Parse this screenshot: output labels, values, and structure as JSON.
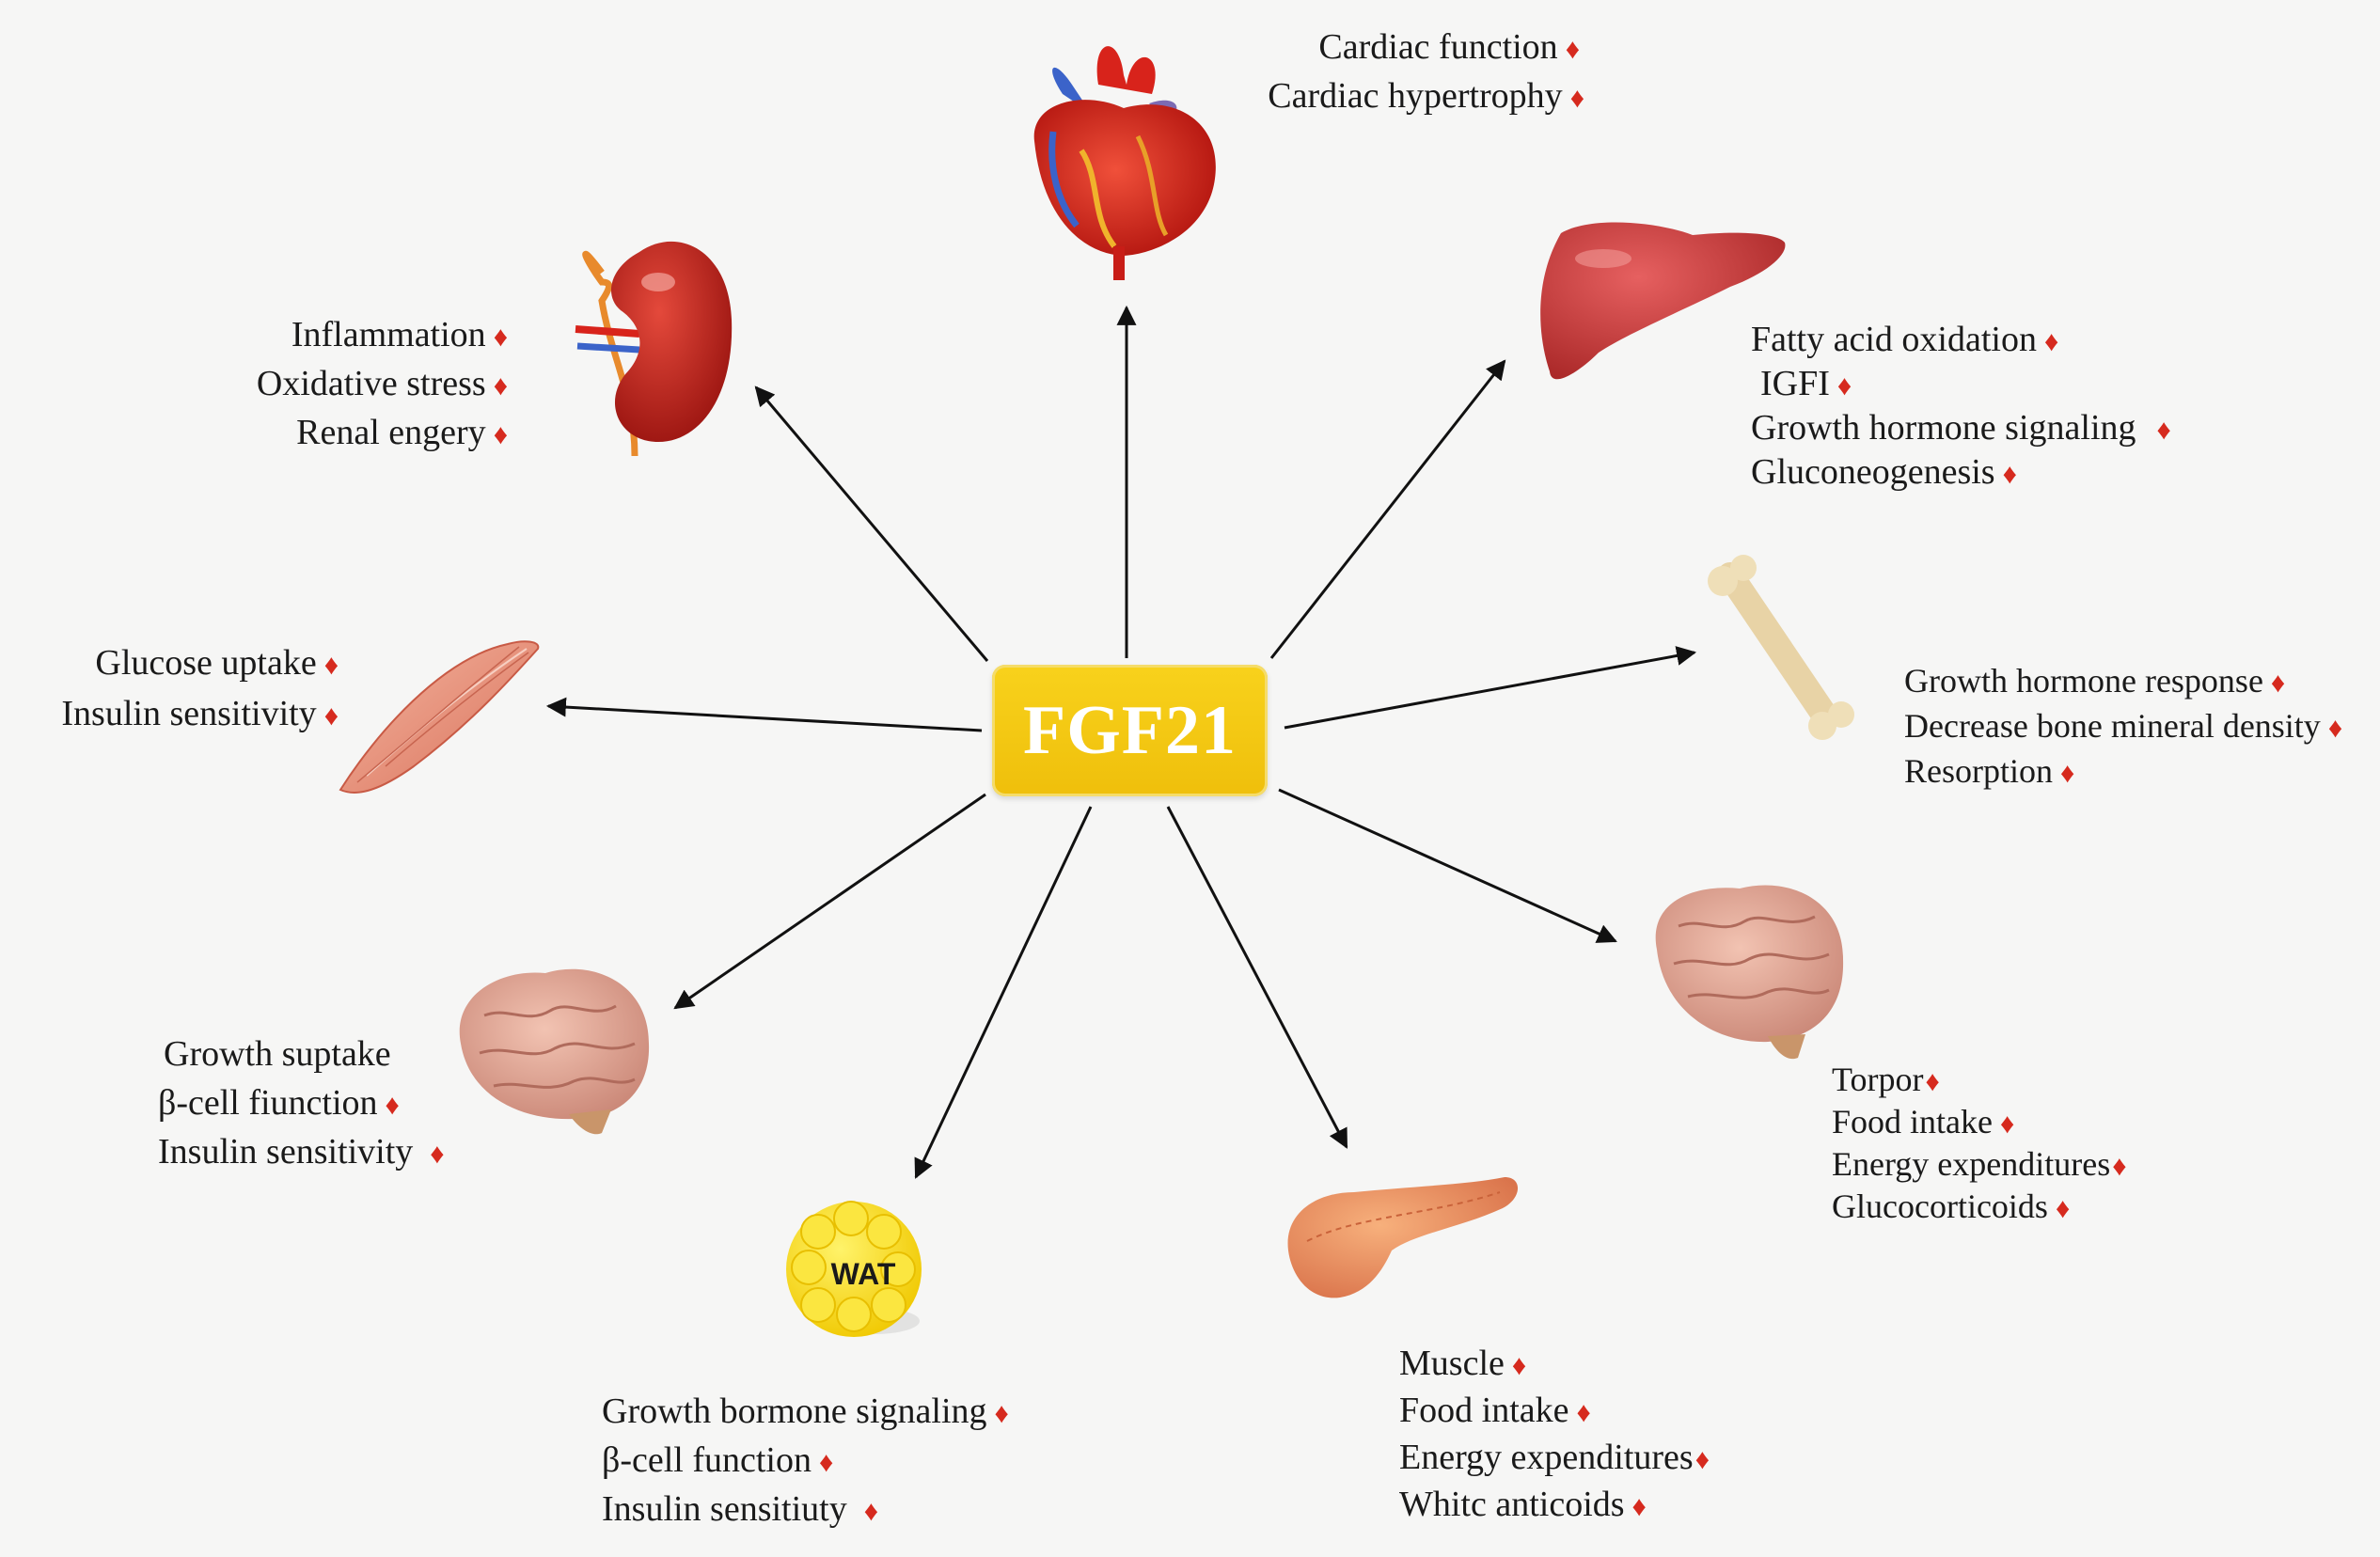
{
  "center": {
    "label": "FGF21"
  },
  "colors": {
    "hub": "#f2c511",
    "arrow": "#111111",
    "marker": "#d62a1e"
  },
  "marker_symbol": "♦",
  "groups": {
    "heart": {
      "organ": "heart-icon",
      "items": [
        "Cardiac function",
        "Cardiac hypertrophy"
      ]
    },
    "kidney": {
      "organ": "kidney-icon",
      "items": [
        "Inflammation",
        "Oxidative stress",
        "Renal engery"
      ]
    },
    "liver": {
      "organ": "liver-icon",
      "items": [
        "Fatty acid oxidation",
        "IGFI",
        "Growth hormone signaling",
        "Gluconeogenesis"
      ]
    },
    "muscle": {
      "organ": "muscle-icon",
      "items": [
        "Glucose uptake",
        "Insulin sensitivity"
      ]
    },
    "bone": {
      "organ": "bone-icon",
      "items": [
        "Growth hormone response",
        "Decrease bone mineral density",
        "Resorption"
      ]
    },
    "brain_left": {
      "organ": "brain-icon",
      "items": [
        "Growth suptake",
        "β-cell fiunction",
        "Insulin sensitivity"
      ]
    },
    "brain_right": {
      "organ": "brain-icon",
      "items": [
        "Torpor",
        "Food intake",
        "Energy expenditures",
        "Glucocorticoids"
      ]
    },
    "wat": {
      "organ": "adipose-tissue-icon",
      "organ_label": "WAT",
      "items": [
        "Growth bormone signaling",
        "β-cell function",
        "Insulin sensitiuty"
      ]
    },
    "pancreas": {
      "organ": "pancreas-icon",
      "items": [
        "Muscle",
        "Food intake",
        "Energy expenditures",
        "Whitc anticoids"
      ]
    }
  }
}
